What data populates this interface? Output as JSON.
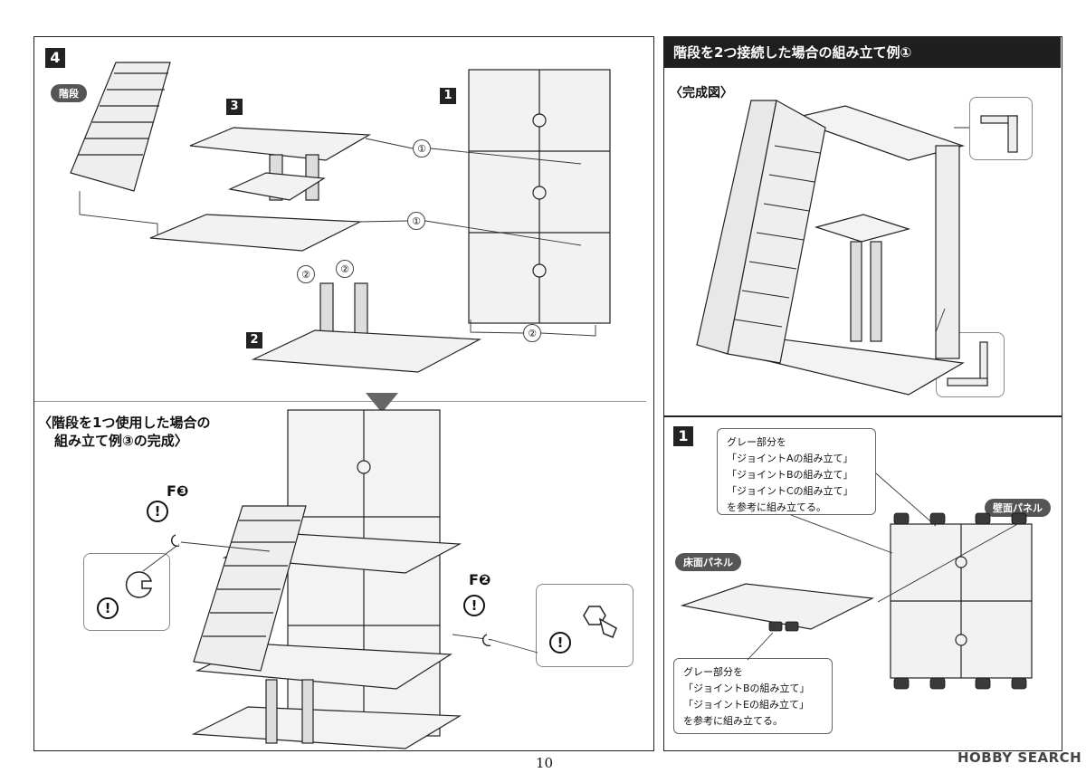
{
  "left_panel": {
    "step_number": "4",
    "stairs_label": "階段",
    "part1_label": "1",
    "part2_label": "2",
    "part3_label": "3",
    "connector_labels": [
      "①",
      "①",
      "②",
      "②",
      "②"
    ],
    "completed_heading_line1": "〈階段を1つ使用した場合の",
    "completed_heading_line2": "組み立て例③の完成〉",
    "f3_label": "F❸",
    "f2_label": "F❷",
    "warning_symbol": "!"
  },
  "right_panel": {
    "title": "階段を2つ接続した場合の組み立て例①",
    "completed_label": "〈完成図〉",
    "step_number": "1",
    "callout_top_lines": [
      "グレー部分を",
      "「ジョイントAの組み立て」",
      "「ジョイントBの組み立て」",
      "「ジョイントCの組み立て」",
      "を参考に組み立てる。"
    ],
    "wall_panel_label": "壁面パネル",
    "floor_panel_label": "床面パネル",
    "callout_bottom_lines": [
      "グレー部分を",
      "「ジョイントBの組み立て」",
      "「ジョイントEの組み立て」",
      "を参考に組み立てる。"
    ]
  },
  "footer": {
    "page_number": "10",
    "watermark": "HOBBY SEARCH"
  },
  "colors": {
    "dark": "#1f1f1f",
    "pill": "#555555",
    "part_gray": "#3a3a3a"
  }
}
